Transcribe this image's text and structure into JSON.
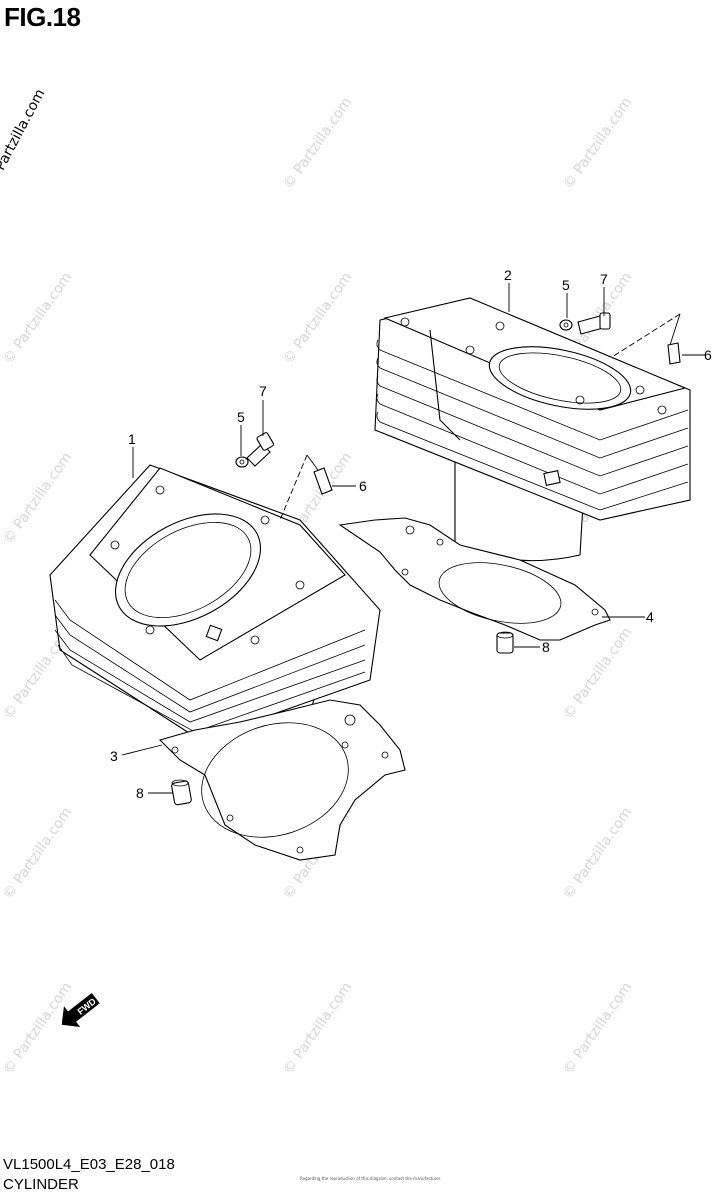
{
  "figure": {
    "title": "FIG.18",
    "brand_mark": "© Partzilla.com",
    "watermark_text": "© Partzilla.com"
  },
  "callouts": {
    "front": [
      "1",
      "5",
      "7",
      "6",
      "3",
      "8"
    ],
    "rear": [
      "2",
      "5",
      "7",
      "6",
      "4",
      "8"
    ]
  },
  "direction_badge": "FWD",
  "footer": {
    "code": "VL1500L4_E03_E28_018",
    "title": "CYLINDER",
    "fine_print": "Regarding the reproduction of this diagram, contact the manufacturer."
  },
  "colors": {
    "line": "#000000",
    "watermark": "#d6d6d6",
    "background": "#ffffff"
  }
}
